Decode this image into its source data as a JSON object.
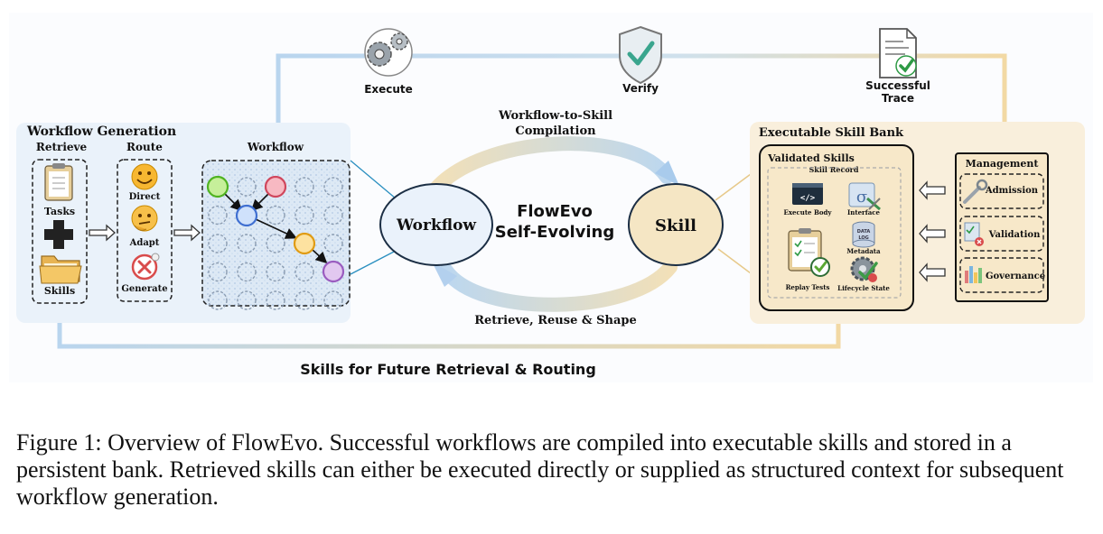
{
  "loop": {
    "execute_label": "Execute",
    "verify_label": "Verify",
    "trace_label_1": "Successful",
    "trace_label_2": "Trace",
    "bottom_label": "Skills for Future Retrieval & Routing"
  },
  "workflow_generation": {
    "title": "Workflow Generation",
    "retrieve": {
      "title": "Retrieve",
      "tasks_label": "Tasks",
      "skills_label": "Skills"
    },
    "route": {
      "title": "Route",
      "options": [
        "Direct",
        "Adapt",
        "Generate"
      ]
    },
    "workflow": {
      "title": "Workflow"
    }
  },
  "center": {
    "workflow_label": "Workflow",
    "skill_label": "Skill",
    "title_line1": "FlowEvo",
    "title_line2": "Self-Evolving",
    "top_arrow_line1": "Workflow-to-Skill",
    "top_arrow_line2": "Compilation",
    "bottom_arrow_label": "Retrieve, Reuse & Shape"
  },
  "skill_bank": {
    "title": "Executable Skill Bank",
    "validated": {
      "title": "Validated Skills",
      "record_label": "Skill Record",
      "items": [
        "Execute Body",
        "Interface",
        "Replay Tests",
        "Metadata",
        "Lifecycle State"
      ],
      "code_glyph": "</>",
      "db_glyph_1": "DATA",
      "db_glyph_2": "LOG"
    },
    "management": {
      "title": "Management",
      "items": [
        "Admission",
        "Validation",
        "Governance"
      ]
    }
  },
  "caption": "Figure 1: Overview of FlowEvo. Successful workflows are compiled into executable skills and stored in a persistent bank. Retrieved skills can either be executed directly or supplied as structured context for subsequent workflow generation.",
  "colors": {
    "left_panel": "#eaf2fa",
    "right_panel": "#f9efdc",
    "workflow_ellipse": "#eaf2fb",
    "skill_ellipse": "#f5e6c4",
    "loop_blue": "#b9d5ee",
    "loop_tan": "#f0d9a8"
  }
}
